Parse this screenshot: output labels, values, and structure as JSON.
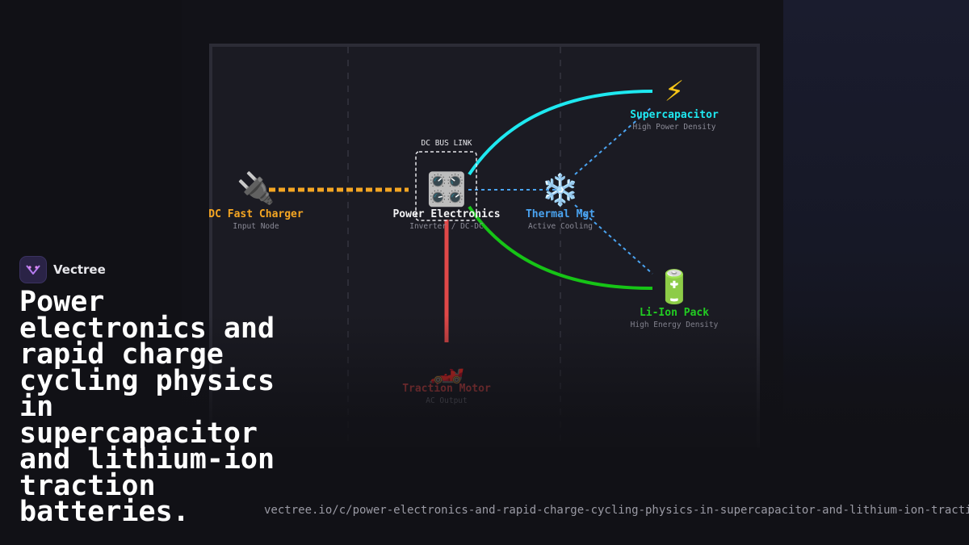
{
  "brand": {
    "name": "Vectree"
  },
  "headline": "Power electronics and rapid charge cycling physics in supercapacitor and lithium-ion traction batteries.",
  "url": "vectree.io/c/power-electronics-and-rapid-charge-cycling-physics-in-supercapacitor-and-lithium-ion-traction-batteries",
  "diagram": {
    "bus_label": "DC BUS LINK",
    "nodes": {
      "charger": {
        "icon": "🔌",
        "title": "DC Fast Charger",
        "subtitle": "Input Node"
      },
      "power": {
        "icon": "🎛️",
        "title": "Power Electronics",
        "subtitle": "Inverter / DC-DC"
      },
      "thermal": {
        "icon": "❄️",
        "title": "Thermal Mgt",
        "subtitle": "Active Cooling"
      },
      "supercap": {
        "icon": "⚡",
        "title": "Supercapacitor",
        "subtitle": "High Power Density"
      },
      "liion": {
        "icon": "🔋",
        "title": "Li-Ion Pack",
        "subtitle": "High Energy Density"
      },
      "motor": {
        "icon": "🏎️",
        "title": "Traction Motor",
        "subtitle": "AC Output"
      }
    }
  },
  "colors": {
    "charger": "#f5a623",
    "supercap": "#1ee8f0",
    "thermal": "#4aa3f0",
    "liion": "#22cc22",
    "motor": "#e04848"
  }
}
